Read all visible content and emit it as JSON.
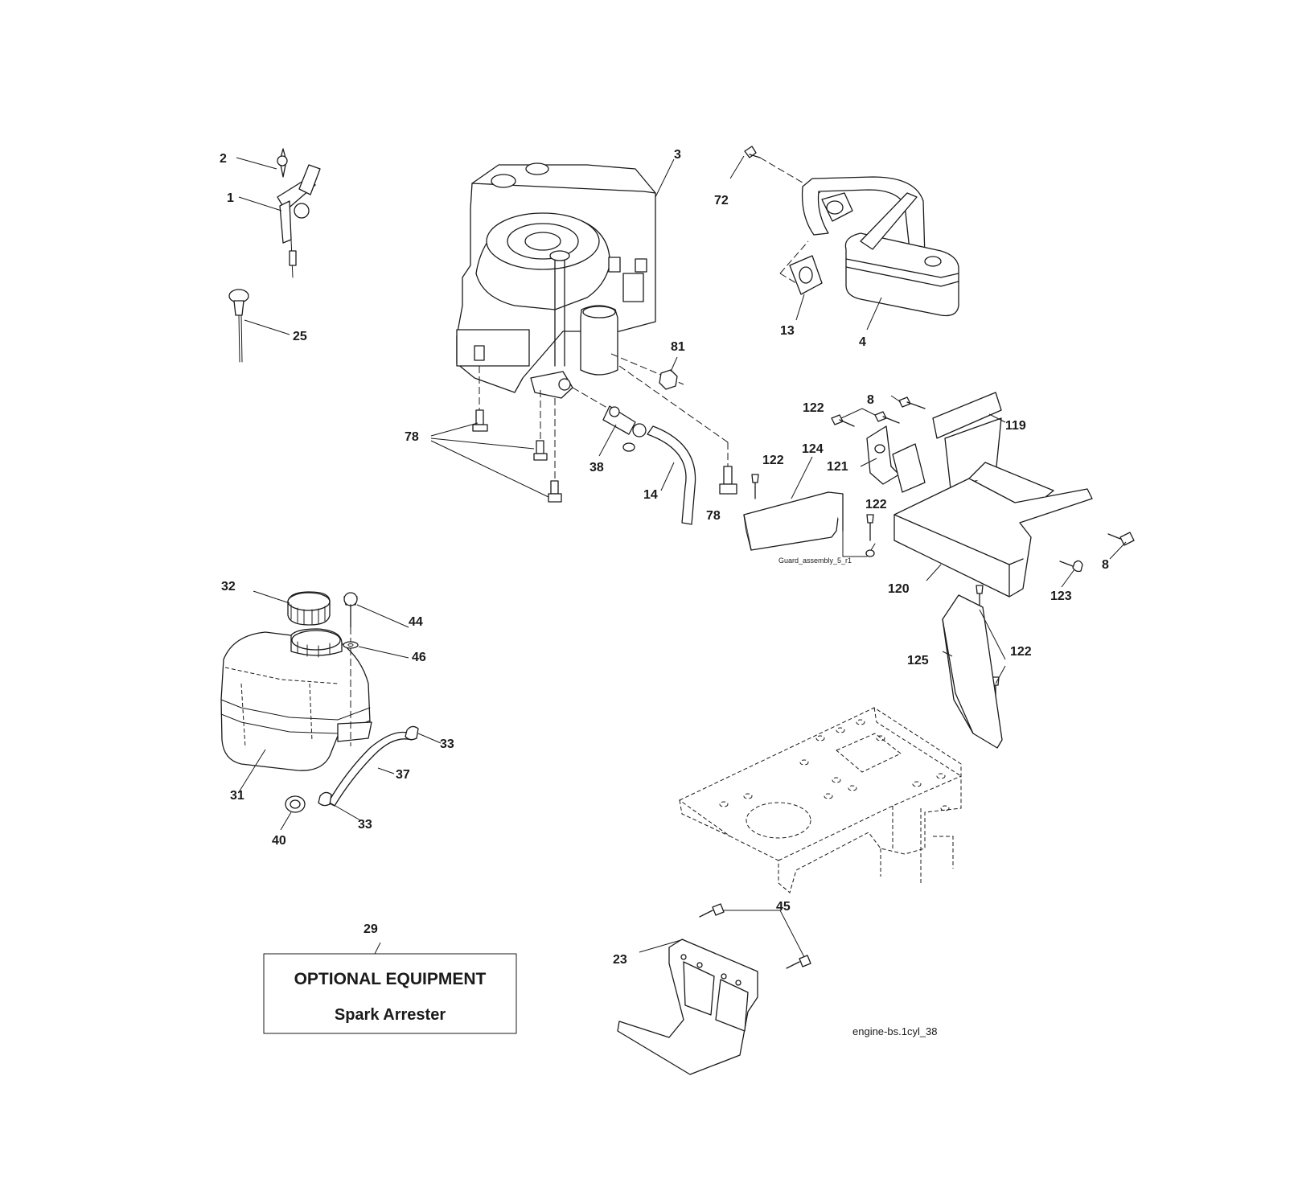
{
  "callouts": {
    "c1": "1",
    "c2": "2",
    "c3": "3",
    "c4": "4",
    "c8a": "8",
    "c8b": "8",
    "c13": "13",
    "c14": "14",
    "c23": "23",
    "c25": "25",
    "c29": "29",
    "c31": "31",
    "c32": "32",
    "c33a": "33",
    "c33b": "33",
    "c37": "37",
    "c38": "38",
    "c40": "40",
    "c44": "44",
    "c45": "45",
    "c46": "46",
    "c72": "72",
    "c78a": "78",
    "c78b": "78",
    "c81": "81",
    "c119": "119",
    "c120": "120",
    "c121": "121",
    "c122a": "122",
    "c122b": "122",
    "c122c": "122",
    "c122d": "122",
    "c123": "123",
    "c124": "124",
    "c125": "125"
  },
  "guard_label": "Guard_assembly_5_r1",
  "optional_box": {
    "title": "OPTIONAL EQUIPMENT",
    "subtitle": "Spark Arrester"
  },
  "diagram_ref": "engine-bs.1cyl_38"
}
